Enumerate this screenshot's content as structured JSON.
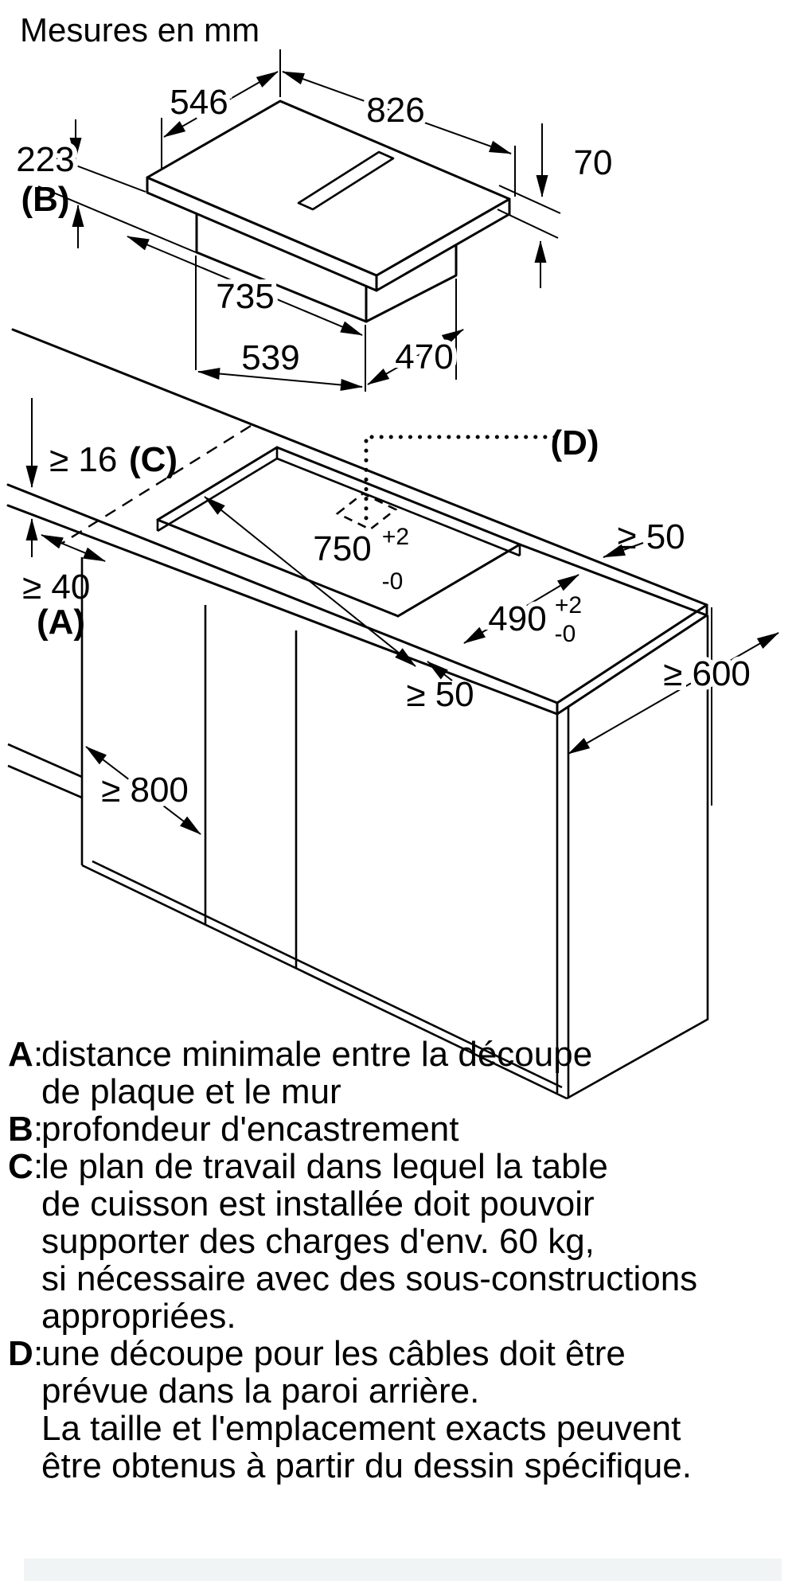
{
  "title": "Mesures en mm",
  "colors": {
    "ink": "#000000",
    "bg": "#ffffff",
    "footer_bar": "#f1f4f5"
  },
  "top_view": {
    "depth": "546",
    "width": "826",
    "install_depth": "223",
    "install_depth_ref": "(B)",
    "edge_thickness": "70",
    "box_width": "735",
    "box_front": "539",
    "box_side": "470"
  },
  "install_view": {
    "worktop_thickness": "≥ 16",
    "worktop_thickness_ref": "(C)",
    "wall_clearance": "≥ 40",
    "wall_clearance_ref": "(A)",
    "cable_cutout_ref": "(D)",
    "cutout_width": "750",
    "cutout_width_tol_plus": "+2",
    "cutout_width_tol_minus": "-0",
    "cutout_depth": "490",
    "cutout_depth_tol_plus": "+2",
    "cutout_depth_tol_minus": "-0",
    "side_clearance": "≥ 50",
    "front_clearance": "≥ 50",
    "worktop_depth": "≥ 600",
    "niche_width": "≥ 800"
  },
  "legend": {
    "items": [
      {
        "key": "A",
        "sep": ":",
        "lines": [
          "distance minimale entre la découpe",
          "de plaque et le mur"
        ]
      },
      {
        "key": "B",
        "sep": ":",
        "lines": [
          "profondeur d'encastrement"
        ]
      },
      {
        "key": "C",
        "sep": ":",
        "lines": [
          "le plan de travail dans lequel la table",
          "de cuisson est installée doit pouvoir",
          "supporter des charges d'env. 60 kg,",
          "si nécessaire avec des sous-constructions",
          "appropriées."
        ]
      },
      {
        "key": "D",
        "sep": ":",
        "lines": [
          "une découpe pour les câbles doit être",
          "prévue dans la paroi arrière.",
          "La taille et l'emplacement exacts peuvent",
          "être obtenus à partir du dessin spécifique."
        ]
      }
    ]
  }
}
